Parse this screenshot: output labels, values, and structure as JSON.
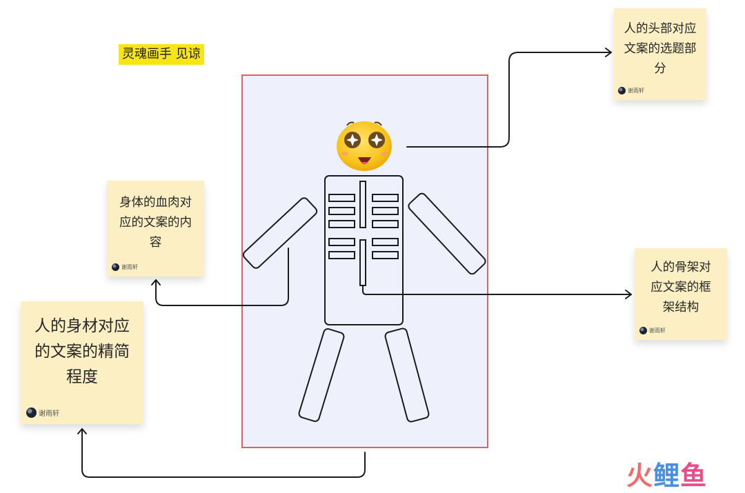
{
  "badge": {
    "text": "灵魂画手 见谅",
    "color": "#f7e51a"
  },
  "notes": {
    "head": {
      "lines": [
        "人的头部对应",
        "文案的选题部",
        "分"
      ],
      "author": "谢雨轩"
    },
    "flesh": {
      "lines": [
        "身体的血肉对",
        "应的文案的内",
        "容"
      ],
      "author": "谢雨轩"
    },
    "skeleton": {
      "lines": [
        "人的骨架对",
        "应文案的框",
        "架结构"
      ],
      "author": "谢雨轩"
    },
    "figure": {
      "lines": [
        "人的身材对应",
        "的文案的精简",
        "程度"
      ],
      "author": "谢雨轩"
    }
  },
  "colors": {
    "frame_border": "#d56565",
    "frame_fill": "#eef1fb",
    "note_fill": "#fcefc4",
    "line": "#1a1a1a"
  },
  "icons": {
    "emoji": "star-eyes-emoji-icon",
    "avatar": "avatar-icon",
    "watermark": "火鲤鱼"
  },
  "watermark": {
    "chars": [
      "火",
      "鲤",
      "鱼"
    ]
  }
}
